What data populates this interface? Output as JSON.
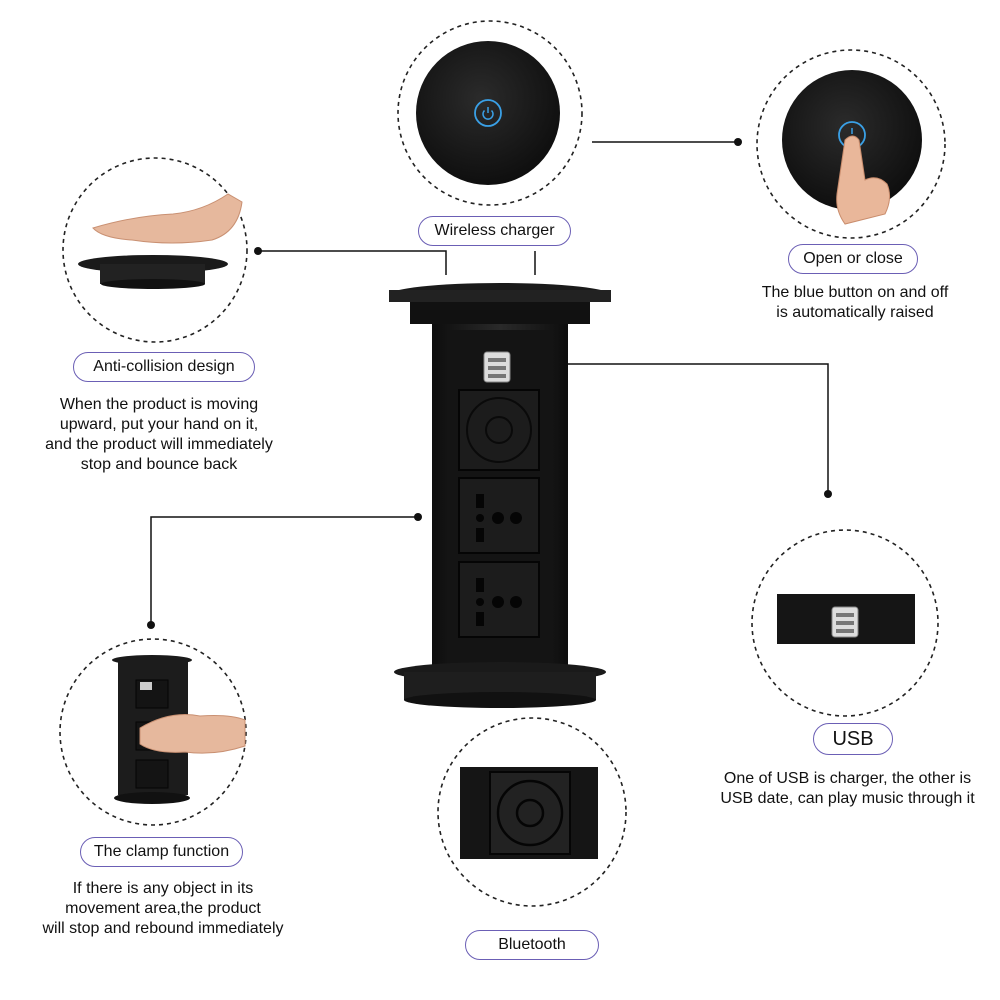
{
  "labels": {
    "wireless_charger": "Wireless charger",
    "open_or_close": "Open or close",
    "anti_collision": "Anti-collision design",
    "clamp_function": "The clamp function",
    "usb": "USB",
    "bluetooth": "Bluetooth"
  },
  "descriptions": {
    "open_or_close": [
      "The blue button on and off",
      "is automatically raised"
    ],
    "anti_collision": [
      "When the product is moving",
      "upward, put your hand on it,",
      "and the product will immediately",
      "stop and bounce back"
    ],
    "clamp_function": [
      "If there is any object in its",
      "movement area,the product",
      "will stop and rebound immediately"
    ],
    "usb": [
      "One of USB is charger, the other is",
      "USB date, can play music through it"
    ]
  },
  "colors": {
    "pill_border": "#6b5fb5",
    "product_black": "#1b1b1b",
    "power_button_blue": "#3aa0e6"
  }
}
